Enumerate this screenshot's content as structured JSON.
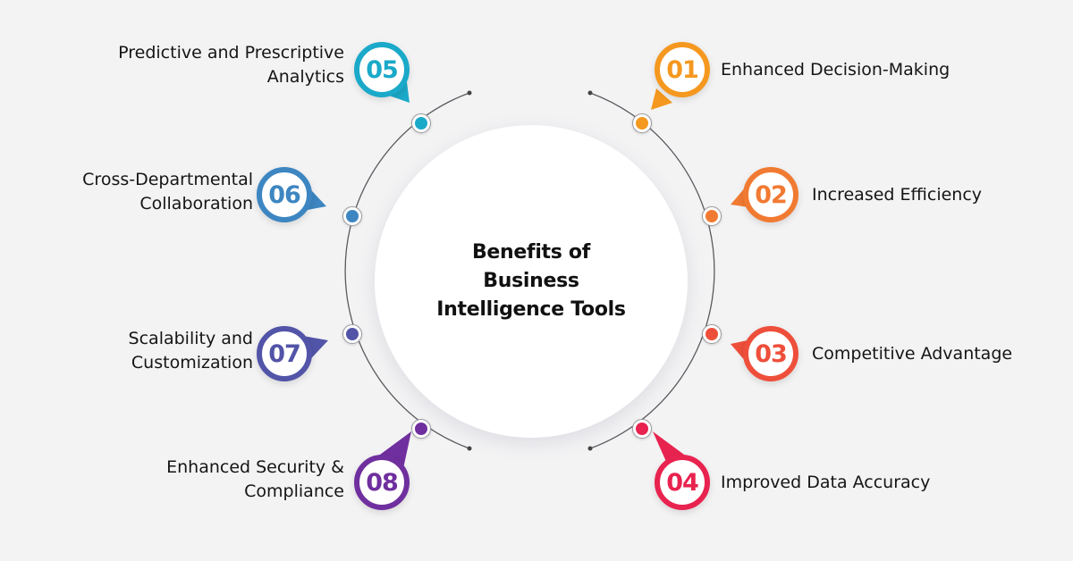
{
  "center": {
    "title_line1": "Benefits of",
    "title_line2": "Business",
    "title_line3": "Intelligence Tools"
  },
  "items": [
    {
      "number": "01",
      "label": "Enhanced Decision-Making",
      "color": "#f5981f"
    },
    {
      "number": "02",
      "label": "Increased Efficiency",
      "color": "#f17a32"
    },
    {
      "number": "03",
      "label": "Competitive Advantage",
      "color": "#ee4f3b"
    },
    {
      "number": "04",
      "label": "Improved Data Accuracy",
      "color": "#e8234f"
    },
    {
      "number": "05",
      "label_line1": "Predictive and Prescriptive",
      "label_line2": "Analytics",
      "color": "#1ba9c9"
    },
    {
      "number": "06",
      "label_line1": "Cross-Departmental",
      "label_line2": "Collaboration",
      "color": "#3d86c1"
    },
    {
      "number": "07",
      "label_line1": "Scalability and",
      "label_line2": "Customization",
      "color": "#5254a8"
    },
    {
      "number": "08",
      "label_line1": "Enhanced Security &",
      "label_line2": "Compliance",
      "color": "#6f2f9e"
    }
  ]
}
